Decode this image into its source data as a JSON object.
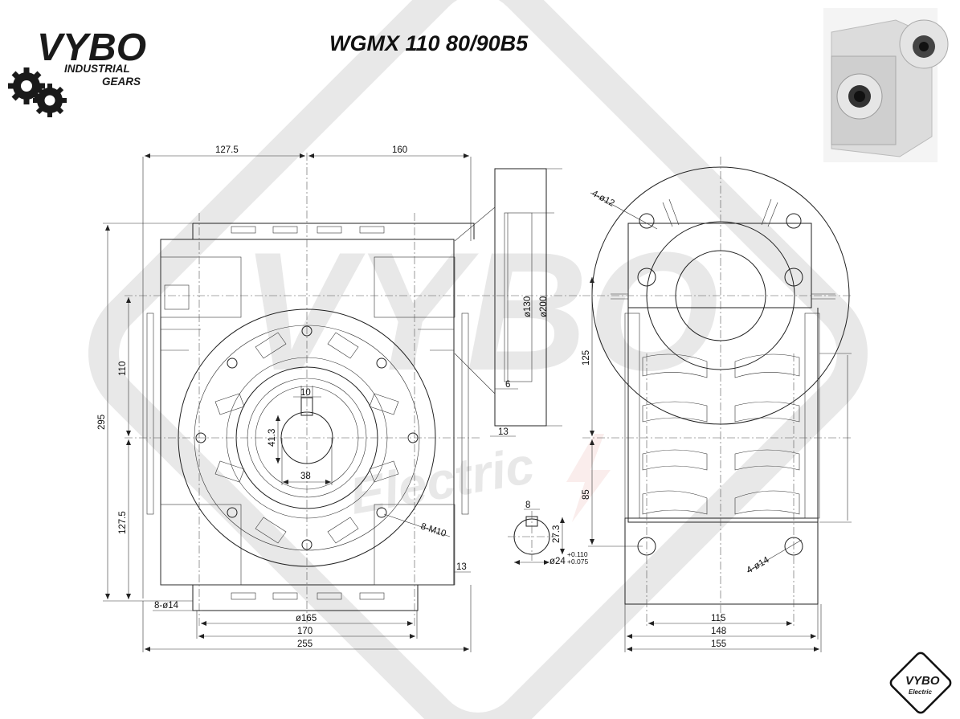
{
  "header": {
    "model_title": "WGMX 110 80/90B5",
    "brand_logo_text": "VYBO",
    "brand_line1": "INDUSTRIAL",
    "brand_line2": "GEARS",
    "watermark_text": "Electric",
    "badge_top": "VYBO",
    "badge_bottom": "Electric"
  },
  "front_view": {
    "dim_top_left": "127.5",
    "dim_top_right": "160",
    "dim_height_total": "295",
    "dim_upper_left": "110",
    "dim_lower_left": "127.5",
    "keyway_width": "10",
    "bore_depth": "41.3",
    "bore_width": "38",
    "bolt_callout": "8-M10",
    "bolt_holes_callout": "8-ø14",
    "dim_circle": "ø165",
    "dim_base_inner": "170",
    "dim_base_total": "255",
    "dim_right_small": "13"
  },
  "side_flange": {
    "dim_inner_dia": "ø130",
    "dim_outer_dia": "ø200",
    "dim_spigot": "6",
    "dim_thickness": "13"
  },
  "shaft_detail": {
    "key_width": "8",
    "key_height": "27.3",
    "shaft_dia": "ø24",
    "tol_upper": "+0.110",
    "tol_lower": "+0.075"
  },
  "right_view": {
    "flange_holes": "4-ø12",
    "dim_125": "125",
    "dim_85": "85",
    "foot_holes": "4-ø14",
    "dim_115": "115",
    "dim_148": "148",
    "dim_155": "155"
  },
  "product_photo": {
    "description_icon": "gearbox-photo"
  }
}
